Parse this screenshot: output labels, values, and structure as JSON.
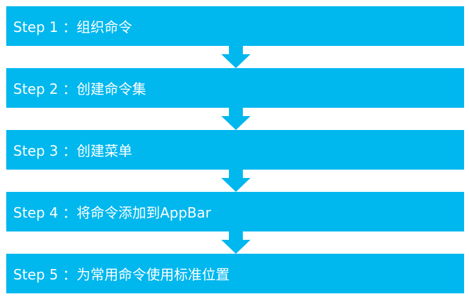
{
  "colors": {
    "box": "#00B7EE",
    "arrow": "#00B7EE"
  },
  "steps": [
    {
      "label": "Step 1 ：组织命令"
    },
    {
      "label": "Step 2 ：创建命令集"
    },
    {
      "label": "Step 3 ：创建菜单"
    },
    {
      "label": "Step 4 ：将命令添加到AppBar"
    },
    {
      "label": "Step 5 ：为常用命令使用标准位置"
    }
  ]
}
